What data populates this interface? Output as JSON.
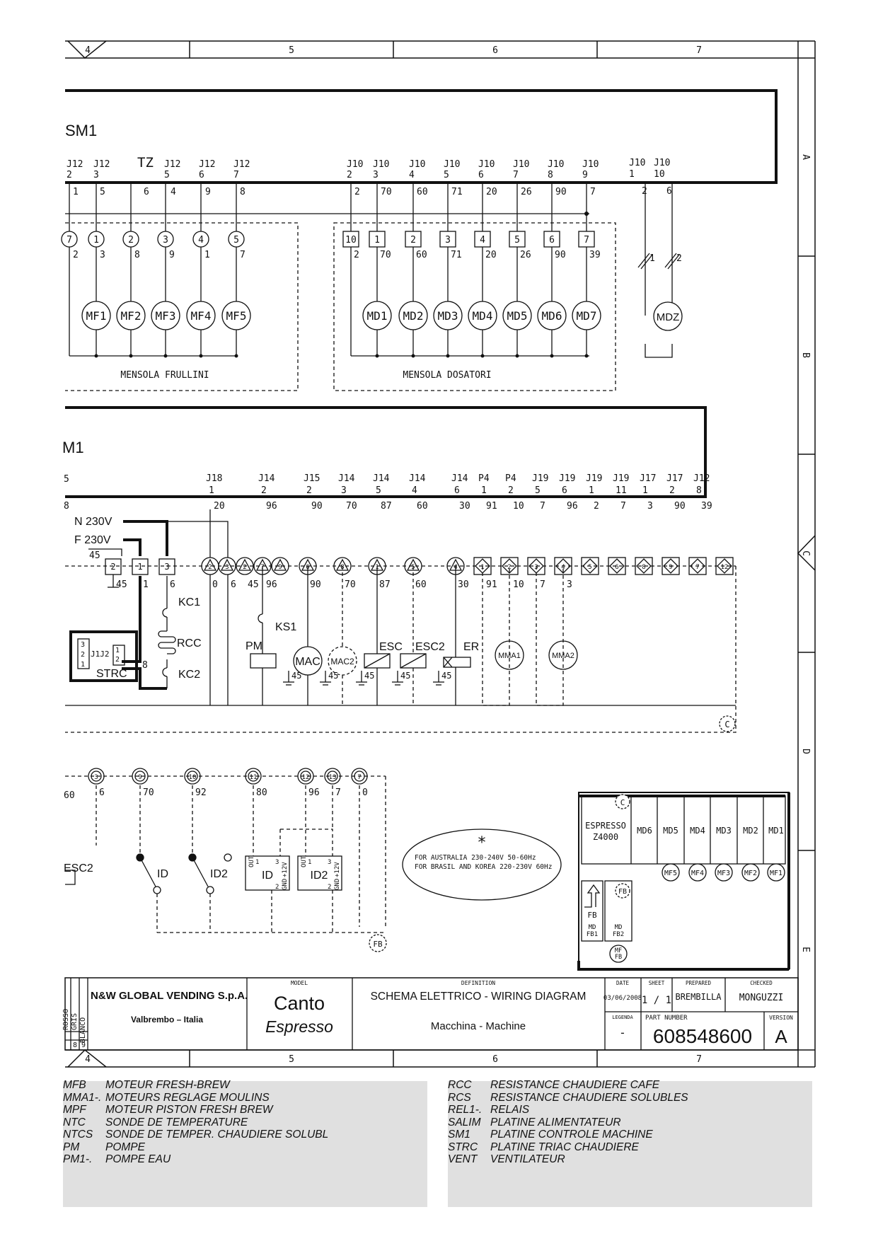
{
  "frame": {
    "top_columns": [
      "4",
      "5",
      "6",
      "7"
    ],
    "bottom_columns": [
      "4",
      "5",
      "6",
      "7"
    ],
    "rows": [
      "A",
      "B",
      "C",
      "D",
      "E"
    ]
  },
  "top_board": {
    "title": "SM1",
    "j12_connectors": [
      {
        "label": "J12",
        "pin": "2",
        "wire": "1"
      },
      {
        "label": "J12",
        "pin": "3",
        "wire": "5"
      },
      {
        "label": "TZ",
        "pin": "",
        "wire": "6"
      },
      {
        "label": "J12",
        "pin": "5",
        "wire": "4"
      },
      {
        "label": "J12",
        "pin": "6",
        "wire": "9"
      },
      {
        "label": "J12",
        "pin": "7",
        "wire": "8"
      }
    ],
    "j10_connectors": [
      {
        "label": "J10",
        "pin": "2",
        "wire": "2"
      },
      {
        "label": "J10",
        "pin": "3",
        "wire": "70"
      },
      {
        "label": "J10",
        "pin": "4",
        "wire": "60"
      },
      {
        "label": "J10",
        "pin": "5",
        "wire": "71"
      },
      {
        "label": "J10",
        "pin": "6",
        "wire": "20"
      },
      {
        "label": "J10",
        "pin": "7",
        "wire": "26"
      },
      {
        "label": "J10",
        "pin": "8",
        "wire": "90"
      },
      {
        "label": "J10",
        "pin": "9",
        "wire": "7"
      }
    ],
    "mdz_connectors": [
      {
        "label": "J10",
        "pin": "1",
        "wire": "2"
      },
      {
        "label": "J10",
        "pin": "10",
        "wire": "6"
      }
    ]
  },
  "mensola_frullini": {
    "label": "MENSOLA FRULLINI",
    "terminals": [
      {
        "num": "7",
        "wire": "2"
      },
      {
        "num": "1",
        "wire": "3"
      },
      {
        "num": "2",
        "wire": "8"
      },
      {
        "num": "3",
        "wire": "9"
      },
      {
        "num": "4",
        "wire": "1"
      },
      {
        "num": "5",
        "wire": "7"
      }
    ],
    "motors": [
      "MF1",
      "MF2",
      "MF3",
      "MF4",
      "MF5"
    ]
  },
  "mensola_dosatori": {
    "label": "MENSOLA DOSATORI",
    "terminals": [
      {
        "num": "10",
        "wire": "2"
      },
      {
        "num": "1",
        "wire": "70"
      },
      {
        "num": "2",
        "wire": "60"
      },
      {
        "num": "3",
        "wire": "71"
      },
      {
        "num": "4",
        "wire": "20"
      },
      {
        "num": "5",
        "wire": "26"
      },
      {
        "num": "6",
        "wire": "90"
      },
      {
        "num": "7",
        "wire": "39"
      }
    ],
    "motors": [
      "MD1",
      "MD2",
      "MD3",
      "MD4",
      "MD5",
      "MD6",
      "MD7"
    ],
    "mdz": "MDZ",
    "mdz_wires": [
      "1",
      "2"
    ]
  },
  "mid_board": {
    "title": "M1",
    "left_pin": "5",
    "left_wire": "8",
    "connectors": [
      {
        "label": "J18",
        "pin": "1",
        "wire": "20"
      },
      {
        "label": "J14",
        "pin": "2",
        "wire": "96"
      },
      {
        "label": "J15",
        "pin": "2",
        "wire": "90"
      },
      {
        "label": "J14",
        "pin": "3",
        "wire": "70"
      },
      {
        "label": "J14",
        "pin": "5",
        "wire": "87"
      },
      {
        "label": "J14",
        "pin": "4",
        "wire": "60"
      },
      {
        "label": "J14",
        "pin": "6",
        "wire": "30"
      },
      {
        "label": "P4",
        "pin": "1",
        "wire": "91"
      },
      {
        "label": "P4",
        "pin": "2",
        "wire": "10"
      },
      {
        "label": "J19",
        "pin": "5",
        "wire": "7"
      },
      {
        "label": "J19",
        "pin": "6",
        "wire": "96"
      },
      {
        "label": "J19",
        "pin": "1",
        "wire": "2"
      },
      {
        "label": "J19",
        "pin": "11",
        "wire": "7"
      },
      {
        "label": "J17",
        "pin": "1",
        "wire": "3"
      },
      {
        "label": "J17",
        "pin": "2",
        "wire": "90"
      },
      {
        "label": "J12",
        "pin": "8",
        "wire": "39"
      }
    ],
    "power": [
      "N  230V",
      "F  230V"
    ],
    "square_terminals": [
      "2",
      "1",
      "3"
    ],
    "square_wires": [
      "45",
      "1",
      "6"
    ],
    "tri_terminals": [
      "2",
      "3",
      "2",
      "7",
      "9",
      "6",
      "8",
      "1",
      "5",
      "4"
    ],
    "tri_wires": [
      "0",
      "6",
      "45",
      "96",
      "90",
      "70",
      "87",
      "60",
      "30"
    ],
    "diamond_terminals": [
      "1",
      "2",
      "3",
      "4",
      "5",
      "6",
      "8",
      "9",
      "7",
      "12"
    ],
    "diamond_wires": [
      "91",
      "10",
      "7",
      "3"
    ],
    "components": {
      "kc1": "KC1",
      "rcc": "RCC",
      "kc2": "KC2",
      "ks1": "KS1",
      "pm": "PM",
      "mac": "MAC",
      "mac2": "MAC2",
      "esc": "ESC",
      "esc2": "ESC2",
      "er": "ER",
      "mma1": "MMA1",
      "mma2": "MMA2",
      "strc": "STRC",
      "j1j2": "J1J2",
      "ground": "45",
      "strc_wire": "8",
      "connector_c": "C"
    }
  },
  "bottom_section": {
    "terminals": [
      {
        "num": "3",
        "wire": "6"
      },
      {
        "num": "9",
        "wire": "70"
      },
      {
        "num": "10",
        "wire": "92"
      },
      {
        "num": "11",
        "wire": "80"
      },
      {
        "num": "12",
        "wire": "96"
      },
      {
        "num": "13",
        "wire": "7"
      },
      {
        "num": "7",
        "wire": "0"
      }
    ],
    "left_wire": "60",
    "esc2": "ESC2",
    "switches": [
      "ID",
      "ID2"
    ],
    "sensors": [
      {
        "name": "ID",
        "out": "OUT",
        "pins": [
          "1",
          "3",
          "2"
        ],
        "v12": "+12V",
        "gnd": "GND"
      },
      {
        "name": "ID2",
        "out": "OUT",
        "pins": [
          "1",
          "3",
          "2"
        ],
        "v12": "+12V",
        "gnd": "GND"
      }
    ],
    "connector_fb": "FB",
    "note_star": "*",
    "note_lines": [
      "FOR AUSTRALIA 230-240V 50-60Hz",
      "FOR BRASIL AND KOREA 220-230V 60Hz"
    ]
  },
  "layout_box": {
    "top_label": "C",
    "espresso": [
      "ESPRESSO",
      "Z4000"
    ],
    "md_slots": [
      "MD6",
      "MD5",
      "MD4",
      "MD3",
      "MD2",
      "MD1"
    ],
    "mf_slots": [
      "MF5",
      "MF4",
      "MF3",
      "MF2",
      "MF1"
    ],
    "fb_arrow": "FB",
    "fb_circle": "FB",
    "md_fb1": [
      "MD",
      "FB1"
    ],
    "md_fb2": [
      "MD",
      "FB2"
    ],
    "mf_fb": [
      "MF",
      "FB"
    ]
  },
  "title_block": {
    "colors": [
      "BLANCO",
      "GRIS",
      "ROSSO"
    ],
    "color_nums": [
      "9",
      "8"
    ],
    "company": "N&W GLOBAL VENDING S.p.A.",
    "location": "Valbrembo  –  Italia",
    "model_label": "MODEL",
    "model": "Canto",
    "model_sub": "Espresso",
    "definition_label": "DEFINITION",
    "definition": "SCHEMA ELETTRICO - WIRING DIAGRAM",
    "definition_sub": "Macchina - Machine",
    "date_label": "DATE",
    "date": "03/06/2008",
    "sheet_label": "SHEET",
    "sheet": "1 / 1",
    "prepared_label": "PREPARED",
    "prepared": "BREMBILLA",
    "checked_label": "CHECKED",
    "checked": "MONGUZZI",
    "legenda_label": "LEGENDA",
    "legenda": "-",
    "part_label": "PART NUMBER",
    "part_number": "608548600",
    "version_label": "VERSION",
    "version": "A"
  },
  "legend": {
    "left": [
      {
        "code": "MFB",
        "desc": "MOTEUR FRESH-BREW"
      },
      {
        "code": "MMA1-.",
        "desc": "MOTEURS REGLAGE MOULINS"
      },
      {
        "code": "MPF",
        "desc": "MOTEUR PISTON FRESH BREW"
      },
      {
        "code": "NTC",
        "desc": "SONDE DE TEMPERATURE"
      },
      {
        "code": "NTCS",
        "desc": "SONDE DE TEMPER. CHAUDIERE SOLUBL"
      },
      {
        "code": "PM",
        "desc": "POMPE"
      },
      {
        "code": "PM1-.",
        "desc": "POMPE EAU"
      }
    ],
    "right": [
      {
        "code": "RCC",
        "desc": "RESISTANCE CHAUDIERE CAFE"
      },
      {
        "code": "RCS",
        "desc": "RESISTANCE CHAUDIERE SOLUBLES"
      },
      {
        "code": "REL1-.",
        "desc": "RELAIS"
      },
      {
        "code": "SALIM",
        "desc": "PLATINE ALIMENTATEUR"
      },
      {
        "code": "SM1",
        "desc": "PLATINE CONTROLE MACHINE"
      },
      {
        "code": "STRC",
        "desc": "PLATINE TRIAC CHAUDIERE"
      },
      {
        "code": "VENT",
        "desc": "VENTILATEUR"
      }
    ]
  }
}
